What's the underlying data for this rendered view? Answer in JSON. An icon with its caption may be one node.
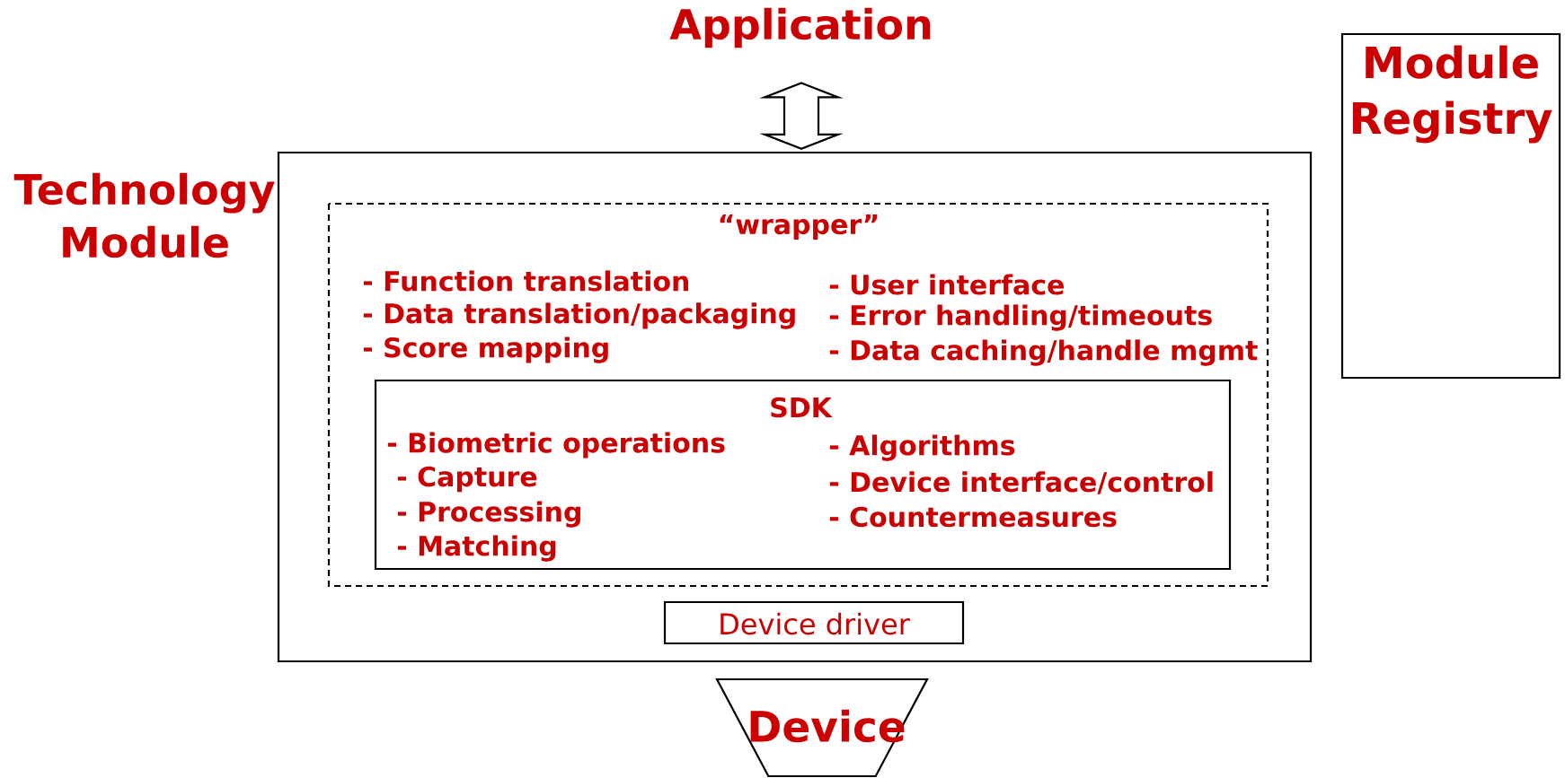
{
  "diagram": {
    "nodes": [
      {
        "text": [
          "Application"
        ]
      },
      {
        "text": [
          "Technology Module"
        ]
      },
      {
        "text": [
          "“wrapper”",
          "- Function translation",
          "- Data translation/packaging",
          "- Score mapping",
          "- User interface",
          "- Error handling/timeouts",
          "- Data caching/handle mgmt"
        ],
        "in": 1
      },
      {
        "text": [
          "SDK",
          "- Biometric operations",
          "- Capture",
          "- Processing",
          "- Matching",
          "- Algorithms",
          "- Device interface/control",
          "- Countermeasures"
        ],
        "in": 2
      },
      {
        "text": [
          "Device driver"
        ],
        "in": 1
      },
      {
        "text": [
          "Device"
        ]
      },
      {
        "text": [
          "Module Registry"
        ]
      }
    ],
    "edges": [
      {
        "from": 0,
        "to": 1,
        "arrow": "both"
      }
    ]
  }
}
